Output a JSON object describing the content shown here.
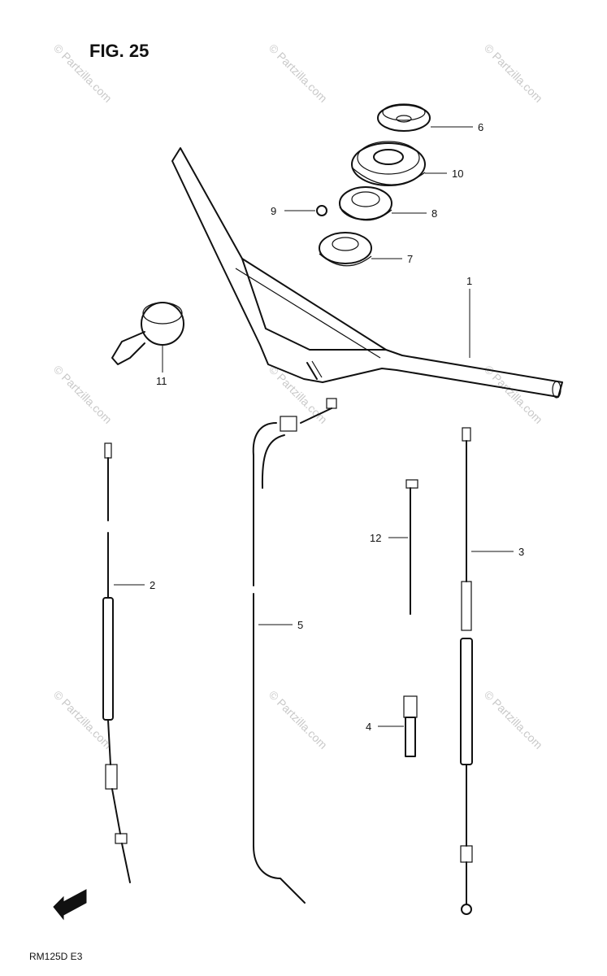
{
  "figure": {
    "title": "FIG. 25",
    "model_code": "RM125D E3"
  },
  "watermark": {
    "text": "© Partzilla.com"
  },
  "callouts": {
    "c1": "1",
    "c2": "2",
    "c3": "3",
    "c4": "4",
    "c5": "5",
    "c6": "6",
    "c7": "7",
    "c8": "8",
    "c9": "9",
    "c10": "10",
    "c11": "11",
    "c12": "12"
  },
  "icons": {
    "front_arrow": "front-direction-arrow-icon"
  }
}
